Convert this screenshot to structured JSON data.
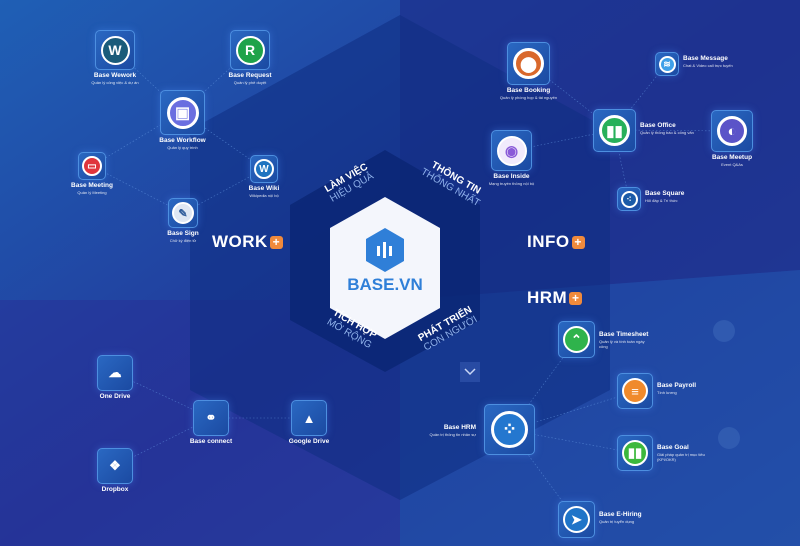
{
  "brand": {
    "name": "BASE.VN",
    "color": "#2f7fd8",
    "accent": "#f08a3c"
  },
  "groups": {
    "work": "WORK",
    "info": "INFO",
    "hrm": "HRM",
    "plus": "+"
  },
  "pillars": [
    {
      "line1": "LÀM VIỆC",
      "line2": "HIỆU QUẢ"
    },
    {
      "line1": "THÔNG TIN",
      "line2": "THỐNG NHẤT"
    },
    {
      "line1": "TÍCH HỢP",
      "line2": "MỞ RỘNG"
    },
    {
      "line1": "PHÁT TRIỂN",
      "line2": "CON NGƯỜI"
    }
  ],
  "apps": {
    "wework": {
      "name": "Base Wework",
      "desc": "Quản lý công việc & dự án",
      "icon": "w-icon"
    },
    "request": {
      "name": "Base Request",
      "desc": "Quản lý phê duyệt",
      "icon": "request-icon"
    },
    "workflow": {
      "name": "Base Workflow",
      "desc": "Quản lý quy trình",
      "icon": "workflow-icon"
    },
    "meeting": {
      "name": "Base Meeting",
      "desc": "Quản lý Meeting",
      "icon": "meeting-icon"
    },
    "wiki": {
      "name": "Base Wiki",
      "desc": "Wikipedia nội bộ",
      "icon": "wiki-icon"
    },
    "sign": {
      "name": "Base Sign",
      "desc": "Chữ ký điện tử",
      "icon": "sign-icon"
    },
    "booking": {
      "name": "Base Booking",
      "desc": "Quản lý phòng họp & tài nguyên",
      "icon": "location-pin-icon"
    },
    "message": {
      "name": "Base Message",
      "desc": "Chat & Video call trực tuyến",
      "icon": "message-icon"
    },
    "office": {
      "name": "Base Office",
      "desc": "Quản lý thông báo & công văn",
      "icon": "office-icon"
    },
    "meetup": {
      "name": "Base Meetup",
      "desc": "Event Q&As",
      "icon": "toggle-icon"
    },
    "inside": {
      "name": "Base Inside",
      "desc": "Mạng truyền thông nội bộ",
      "icon": "inside-icon"
    },
    "square": {
      "name": "Base Square",
      "desc": "Hỏi đáp & Trí thức",
      "icon": "square-icon"
    },
    "timesheet": {
      "name": "Base Timesheet",
      "desc": "Quản lý và tính toán ngày công",
      "icon": "chevron-up-icon"
    },
    "payroll": {
      "name": "Base Payroll",
      "desc": "Tính lương",
      "icon": "payroll-icon"
    },
    "hrm": {
      "name": "Base HRM",
      "desc": "Quản trị thông tin nhân sự",
      "icon": "hrm-icon"
    },
    "goal": {
      "name": "Base Goal",
      "desc": "Giải pháp quản trị mục tiêu (KPI/OKR)",
      "icon": "goal-icon"
    },
    "ehiring": {
      "name": "Base E-Hiring",
      "desc": "Quản trị tuyển dụng",
      "icon": "navigation-icon"
    },
    "onedrive": {
      "name": "One Drive",
      "icon": "cloud-icon"
    },
    "connect": {
      "name": "Base connect",
      "icon": "share-icon"
    },
    "gdrive": {
      "name": "Google Drive",
      "icon": "google-drive-icon"
    },
    "dropbox": {
      "name": "Dropbox",
      "icon": "dropbox-icon"
    }
  }
}
